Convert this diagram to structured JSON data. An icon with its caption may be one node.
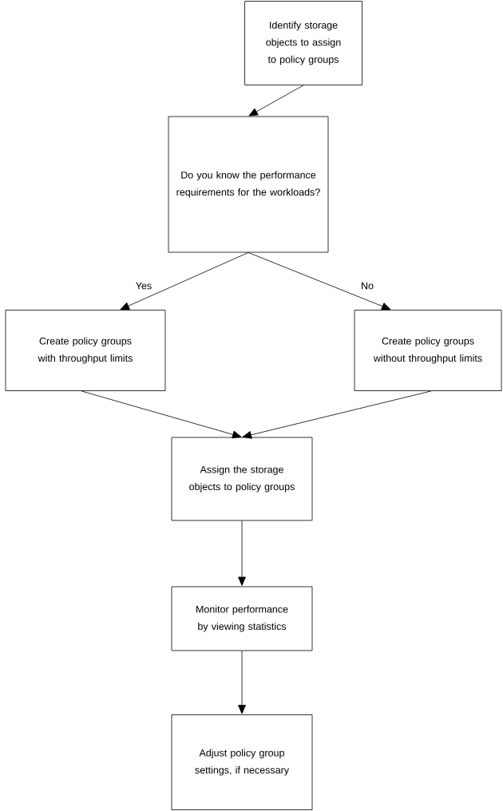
{
  "diagram": {
    "nodes": [
      {
        "text": [
          "Identify storage objects to assign to policy groups"
        ]
      },
      {
        "text": [
          "Do you know the performance requirements for the workloads?"
        ]
      },
      {
        "text": [
          "Create policy groups with throughput limits"
        ]
      },
      {
        "text": [
          "Create policy groups without throughput limits"
        ]
      },
      {
        "text": [
          "Assign the storage objects to policy groups"
        ]
      },
      {
        "text": [
          "Monitor performance by viewing statistics"
        ]
      },
      {
        "text": [
          "Adjust policy group settings, if necessary"
        ]
      }
    ],
    "edges": [
      {
        "from": 0,
        "to": 1,
        "arrow": "to"
      },
      {
        "from": 1,
        "to": 2,
        "arrow": "to",
        "label": "Yes"
      },
      {
        "from": 1,
        "to": 3,
        "arrow": "to",
        "label": "No"
      },
      {
        "from": 2,
        "to": 4,
        "arrow": "to"
      },
      {
        "from": 3,
        "to": 4,
        "arrow": "to"
      },
      {
        "from": 4,
        "to": 5,
        "arrow": "to"
      },
      {
        "from": 5,
        "to": 6,
        "arrow": "to"
      }
    ]
  }
}
